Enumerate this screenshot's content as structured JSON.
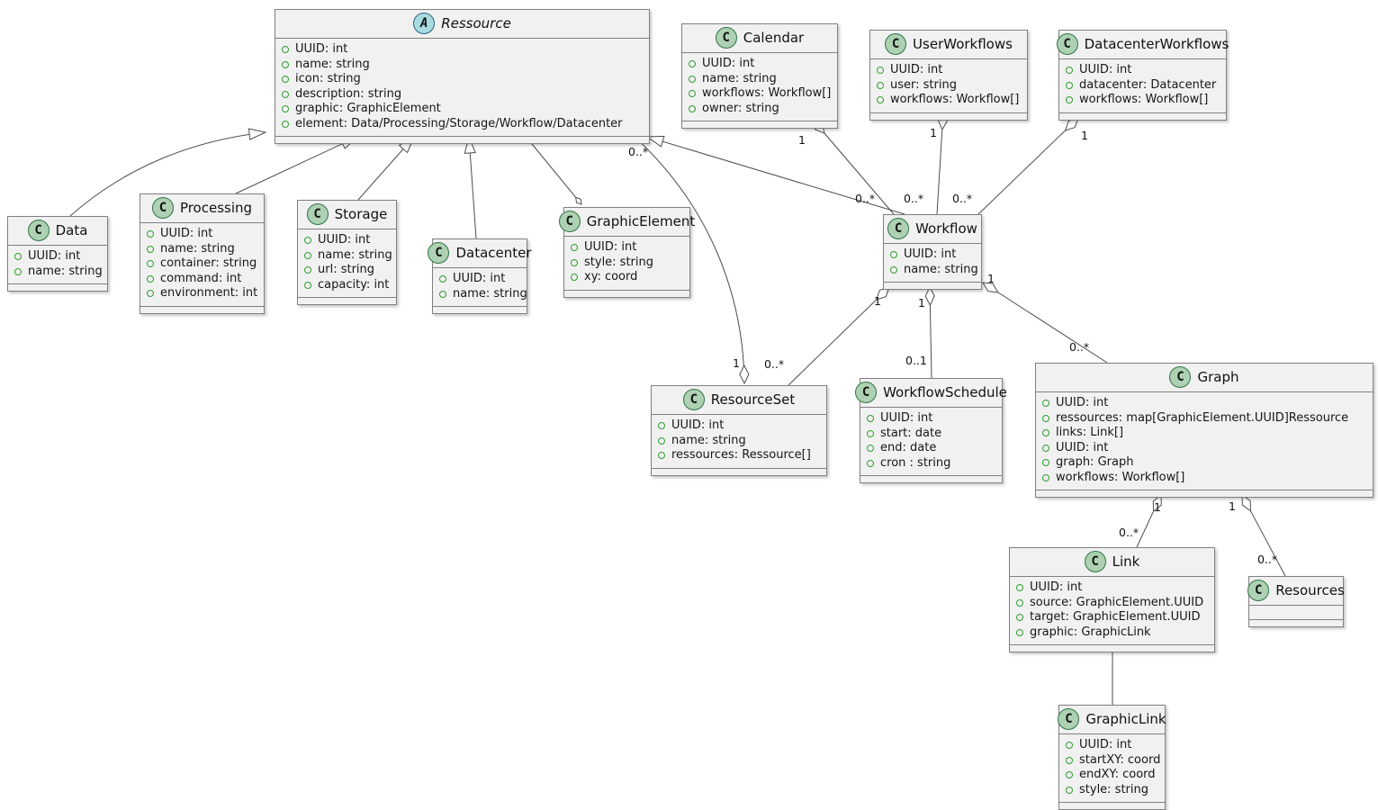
{
  "diagram_title": "UML class diagram",
  "classes": {
    "ressource": {
      "name": "Ressource",
      "badge": "A",
      "abstract": true,
      "attrs": [
        "UUID: int",
        "name: string",
        "icon: string",
        "description: string",
        "graphic: GraphicElement",
        "element: Data/Processing/Storage/Workflow/Datacenter"
      ]
    },
    "calendar": {
      "name": "Calendar",
      "badge": "C",
      "attrs": [
        "UUID: int",
        "name: string",
        "workflows: Workflow[]",
        "owner: string"
      ]
    },
    "userworkflows": {
      "name": "UserWorkflows",
      "badge": "C",
      "attrs": [
        "UUID: int",
        "user: string",
        "workflows: Workflow[]"
      ]
    },
    "datacenterworkflows": {
      "name": "DatacenterWorkflows",
      "badge": "C",
      "attrs": [
        "UUID: int",
        "datacenter: Datacenter",
        "workflows: Workflow[]"
      ]
    },
    "data": {
      "name": "Data",
      "badge": "C",
      "attrs": [
        "UUID: int",
        "name: string"
      ]
    },
    "processing": {
      "name": "Processing",
      "badge": "C",
      "attrs": [
        "UUID: int",
        "name: string",
        "container: string",
        "command: int",
        "environment: int"
      ]
    },
    "storage": {
      "name": "Storage",
      "badge": "C",
      "attrs": [
        "UUID: int",
        "name: string",
        "url: string",
        "capacity: int"
      ]
    },
    "datacenter": {
      "name": "Datacenter",
      "badge": "C",
      "attrs": [
        "UUID: int",
        "name: string"
      ]
    },
    "graphicelement": {
      "name": "GraphicElement",
      "badge": "C",
      "attrs": [
        "UUID: int",
        "style: string",
        "xy: coord"
      ]
    },
    "workflow": {
      "name": "Workflow",
      "badge": "C",
      "attrs": [
        "UUID: int",
        "name: string"
      ]
    },
    "resourceset": {
      "name": "ResourceSet",
      "badge": "C",
      "attrs": [
        "UUID: int",
        "name: string",
        "ressources: Ressource[]"
      ]
    },
    "workflowschedule": {
      "name": "WorkflowSchedule",
      "badge": "C",
      "attrs": [
        "UUID: int",
        "start: date",
        "end: date",
        "cron : string"
      ]
    },
    "graph": {
      "name": "Graph",
      "badge": "C",
      "attrs": [
        "UUID: int",
        "ressources: map[GraphicElement.UUID]Ressource",
        "links: Link[]",
        "UUID: int",
        "graph: Graph",
        "workflows: Workflow[]"
      ]
    },
    "link": {
      "name": "Link",
      "badge": "C",
      "attrs": [
        "UUID: int",
        "source: GraphicElement.UUID",
        "target: GraphicElement.UUID",
        "graphic: GraphicLink"
      ]
    },
    "resources": {
      "name": "Resources",
      "badge": "C",
      "attrs": []
    },
    "graphiclink": {
      "name": "GraphicLink",
      "badge": "C",
      "attrs": [
        "UUID: int",
        "startXY: coord",
        "endXY: coord",
        "style: string"
      ]
    }
  },
  "labels": [
    {
      "text": "1"
    },
    {
      "text": "1"
    },
    {
      "text": "1"
    },
    {
      "text": "0..*"
    },
    {
      "text": "0..*"
    },
    {
      "text": "0..*"
    },
    {
      "text": "0..*"
    },
    {
      "text": "1"
    },
    {
      "text": "1"
    },
    {
      "text": "1"
    },
    {
      "text": "1"
    },
    {
      "text": "0..*"
    },
    {
      "text": "0..1"
    },
    {
      "text": "0..*"
    },
    {
      "text": "1"
    },
    {
      "text": "0..*"
    },
    {
      "text": "1"
    },
    {
      "text": "0..*"
    }
  ],
  "colors": {
    "class_fill": "#f1f1f1",
    "class_border": "#808080",
    "class_badge_fill": "#ADD1B2",
    "abstract_badge_fill": "#A9DCDF",
    "field_dot": "#2f9e2f",
    "edge": "#4d4d4d"
  }
}
